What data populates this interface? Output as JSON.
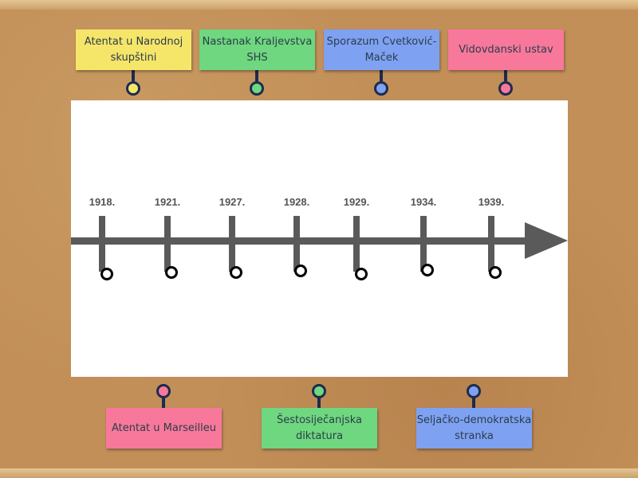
{
  "colors": {
    "yellow": "#f5e66a",
    "green": "#6fd77f",
    "blue": "#7ea1f2",
    "pink": "#f7789b"
  },
  "top_cards": [
    {
      "label": "Atentat u Narodnoj skupštini",
      "color": "yellow"
    },
    {
      "label": "Nastanak Kraljevstva SHS",
      "color": "green"
    },
    {
      "label": "Sporazum Cvetković-Maček",
      "color": "blue"
    },
    {
      "label": "Vidovdanski ustav",
      "color": "pink"
    }
  ],
  "bottom_cards": [
    {
      "label": "Atentat u Marseilleu",
      "color": "pink"
    },
    {
      "label": "Šestosiječanjska diktatura",
      "color": "green"
    },
    {
      "label": "Seljačko-demokratska stranka",
      "color": "blue"
    }
  ],
  "years": [
    "1918.",
    "1921.",
    "1927.",
    "1928.",
    "1929.",
    "1934.",
    "1939."
  ]
}
